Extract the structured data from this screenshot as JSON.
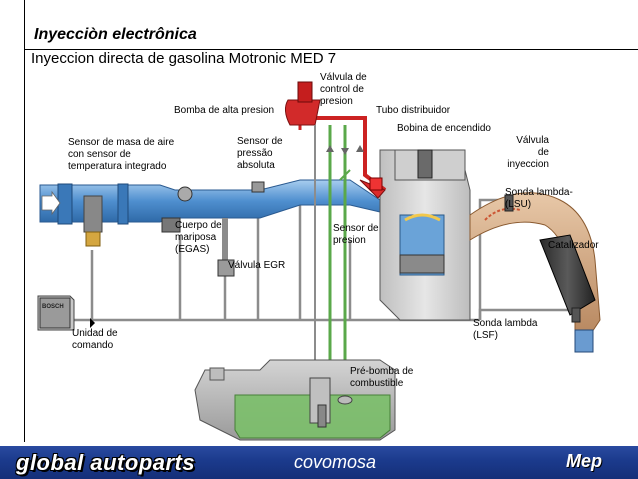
{
  "header": {
    "title": "Inyecciòn electrônica",
    "subtitle": "Inyeccion directa de gasolina Motronic MED 7"
  },
  "labels": {
    "valvula_control": [
      "Válvula de",
      "control de",
      "presion"
    ],
    "bomba_alta": [
      "Bomba de alta presion"
    ],
    "tubo_distribuidor": [
      "Tubo distribuidor"
    ],
    "bobina": [
      "Bobina de encendido"
    ],
    "valvula_inyeccion": [
      "Válvula",
      "de",
      "inyeccion"
    ],
    "sensor_masa": [
      "Sensor de masa de aire",
      "con sensor de",
      "temperatura integrado"
    ],
    "sensor_pressao": [
      "Sensor de",
      "pressão",
      "absoluta"
    ],
    "sonda_lsu": [
      "Sonda lambda-",
      "(LSU)"
    ],
    "catalizador": [
      "Catalizador"
    ],
    "cuerpo_mariposa": [
      "Cuerpo de",
      "mariposa",
      "(EGAS)"
    ],
    "sensor_presion": [
      "Sensor de",
      "presion"
    ],
    "valvula_egr": [
      "Válvula EGR"
    ],
    "unidad_comando": [
      "Unidad de",
      "comando"
    ],
    "sonda_lsf": [
      "Sonda lambda",
      "(LSF)"
    ],
    "pre_bomba": [
      "Pré-bomba de",
      "combustible"
    ],
    "bosch_logo": "BOSCH"
  },
  "footer": {
    "brand": "global autoparts",
    "center": "covomosa",
    "right": "Mep"
  },
  "colors": {
    "intake_blue": "#5a9bd5",
    "engine_gray": "#d8d8d8",
    "fuel_green": "#7bbf6a",
    "high_pressure_red": "#cc2222",
    "exhaust_tan": "#d9b08c",
    "footer_blue": "#1b3a8c"
  }
}
